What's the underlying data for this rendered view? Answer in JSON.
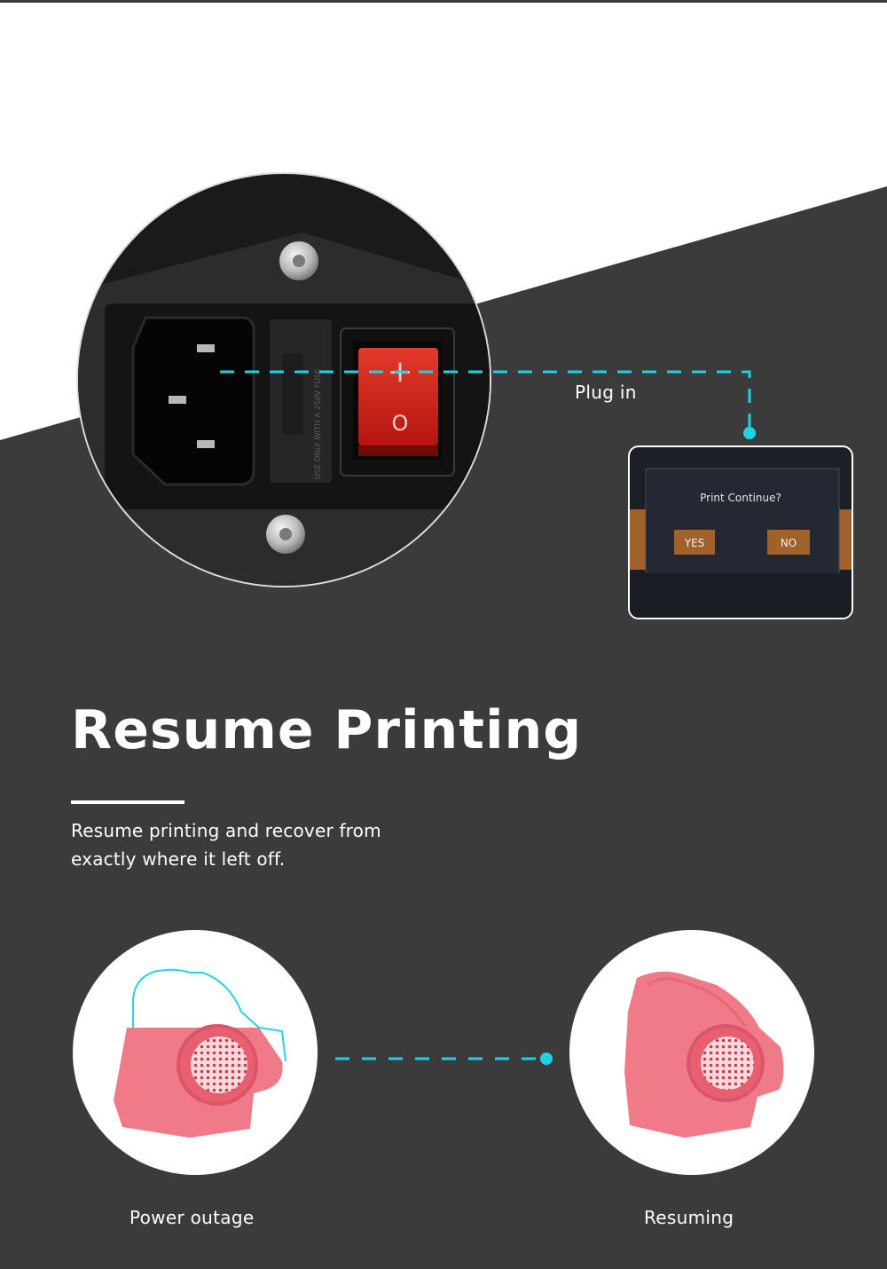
{
  "callout": {
    "label": "Plug in",
    "dialog": {
      "question": "Print Continue?",
      "yes_label": "YES",
      "no_label": "NO"
    }
  },
  "switch_panel": {
    "rocker_on_symbol": "+",
    "rocker_off_symbol": "O",
    "fuse_text": "USE ONLY WITH A 250V FUSE"
  },
  "feature": {
    "title": "Resume Printing",
    "description_line1": "Resume printing and recover from",
    "description_line2": "exactly where it left off."
  },
  "comparison": {
    "left_caption": "Power outage",
    "right_caption": "Resuming"
  },
  "colors": {
    "background_dark": "#3b3b3b",
    "accent_cyan": "#1fd2e3",
    "dialog_orange": "#a0612a",
    "print_pink": "#f07a88"
  }
}
